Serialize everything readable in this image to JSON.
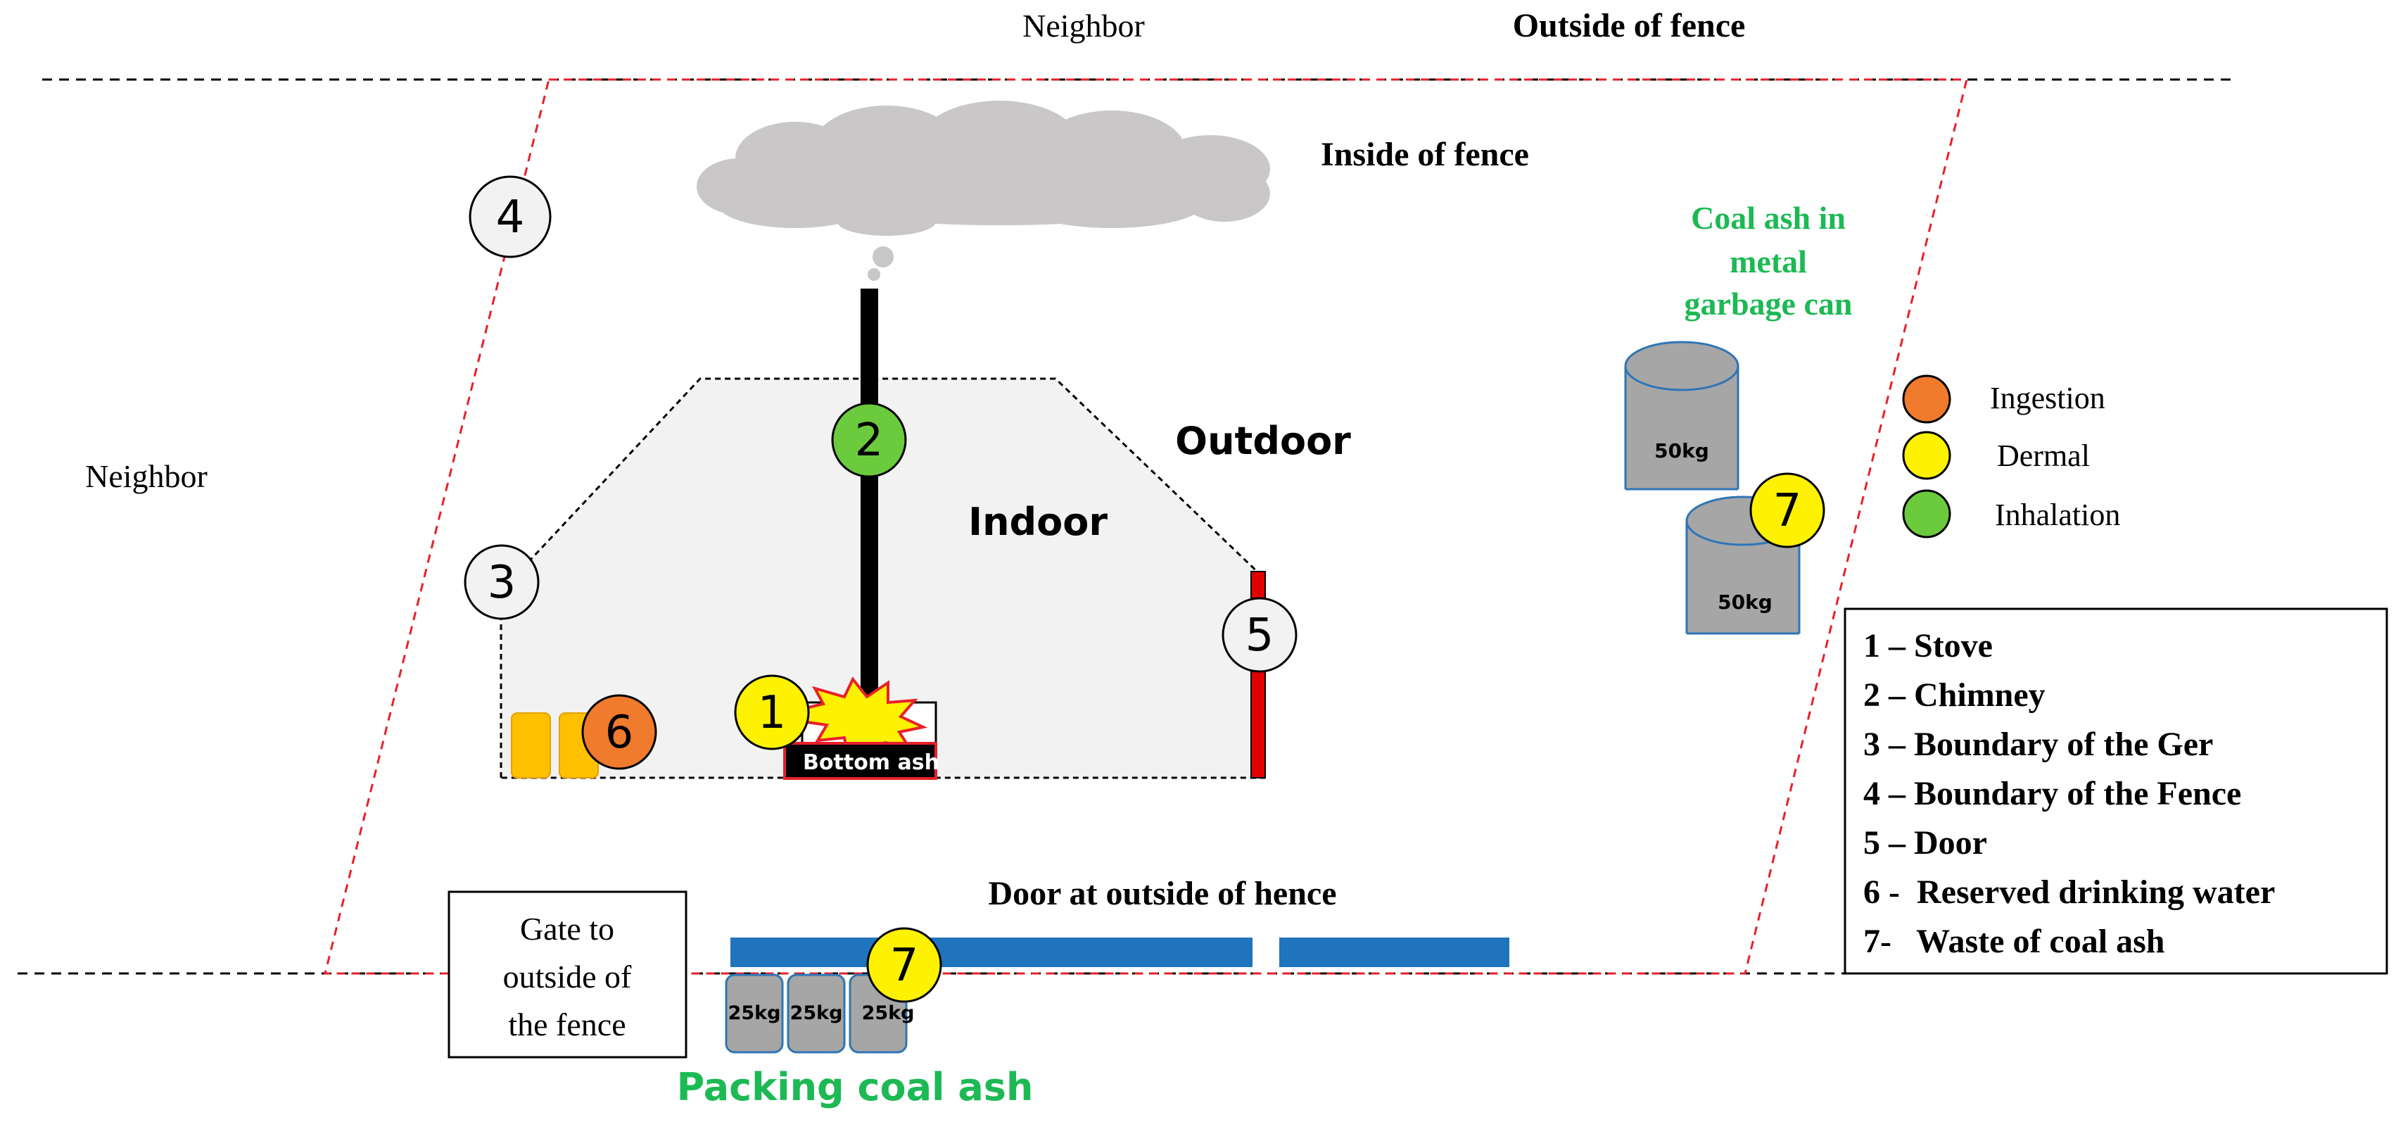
{
  "labels": {
    "neighbor_top": "Neighbor",
    "outside_of_fence": "Outside of fence",
    "inside_of_fence": "Inside of fence",
    "neighbor_left": "Neighbor",
    "outdoor": "Outdoor",
    "indoor": "Indoor",
    "bottom_ash": "Bottom ash",
    "door_outside": "Door at outside of hence",
    "packing_coal_ash": "Packing coal ash",
    "gate_line1": "Gate to",
    "gate_line2": "outside of",
    "gate_line3": "the fence",
    "coal_ash_line1": "Coal ash in",
    "coal_ash_line2": "metal",
    "coal_ash_line3": "garbage can"
  },
  "markers": {
    "stove": "1",
    "chimney": "2",
    "ger_boundary": "3",
    "fence_boundary": "4",
    "door": "5",
    "drinking_water": "6",
    "waste_garbage": "7",
    "waste_bags": "7"
  },
  "weights": {
    "can_top": "50kg",
    "can_bottom": "50kg",
    "bag1": "25kg",
    "bag2": "25kg",
    "bag3": "25kg"
  },
  "legend": [
    {
      "label": "Ingestion",
      "color": "#F07B2C"
    },
    {
      "label": "Dermal",
      "color": "#FFF200"
    },
    {
      "label": "Inhalation",
      "color": "#6CCB3C"
    }
  ],
  "key": [
    "1 – Stove",
    "2 – Chimney",
    "3 – Boundary of the Ger",
    "4 – Boundary of the Fence",
    "5 – Door",
    "6 -  Reserved drinking water",
    "7-   Waste of coal ash"
  ],
  "colors": {
    "fence_line": "#E8202A",
    "green_text": "#1DB954",
    "door_bar": "#1F74BD",
    "ger_fill": "#F2F2F2",
    "bag_fill": "#A6A6A6",
    "bag_stroke": "#2E75B6",
    "water_fill": "#FFC000",
    "door_red": "#E00000"
  }
}
